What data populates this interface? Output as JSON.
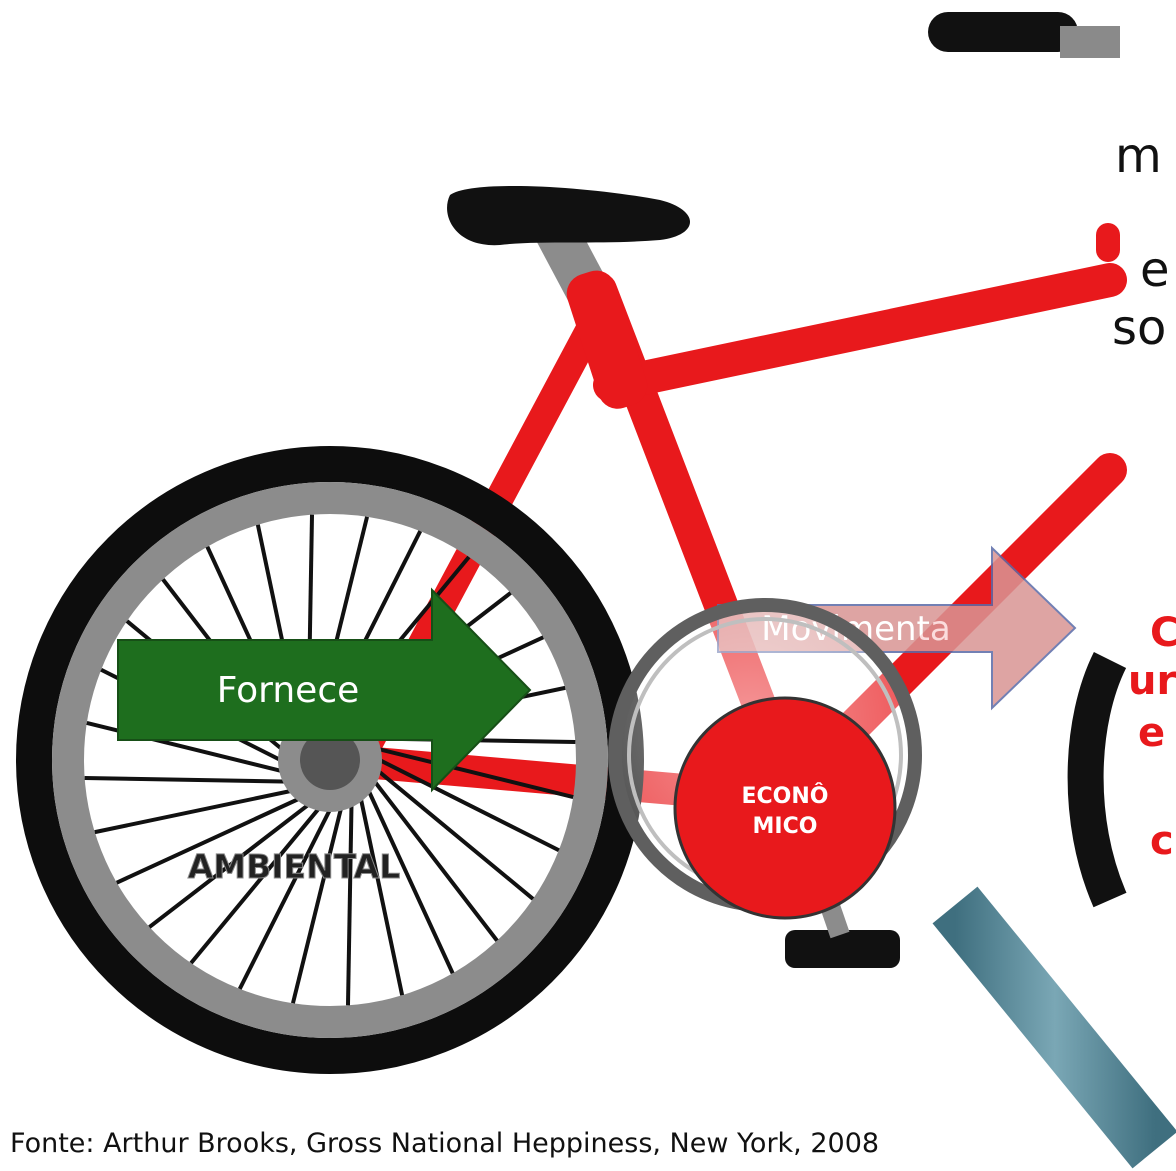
{
  "labels": {
    "fornece": "Fornece",
    "movimenta": "Movimenta",
    "economico_line1": "ECONÔ",
    "economico_line2": "MICO",
    "ambiental": "AMBIENTAL"
  },
  "cropped_text": {
    "black_lines": [
      "m",
      "e",
      "so"
    ],
    "red_lines": [
      "C",
      "ur",
      "e",
      "c"
    ]
  },
  "footer": "Fonte:  Arthur Brooks, Gross National Heppiness, New York, 2008",
  "colors": {
    "frame_red": "#e8191c",
    "arrow_green": "#1e6e1e",
    "arrow_pink": "#d99594",
    "wheel_black": "#0d0d0d",
    "wheel_gray": "#8c8c8c",
    "lens_blue": "#5b8a99"
  }
}
